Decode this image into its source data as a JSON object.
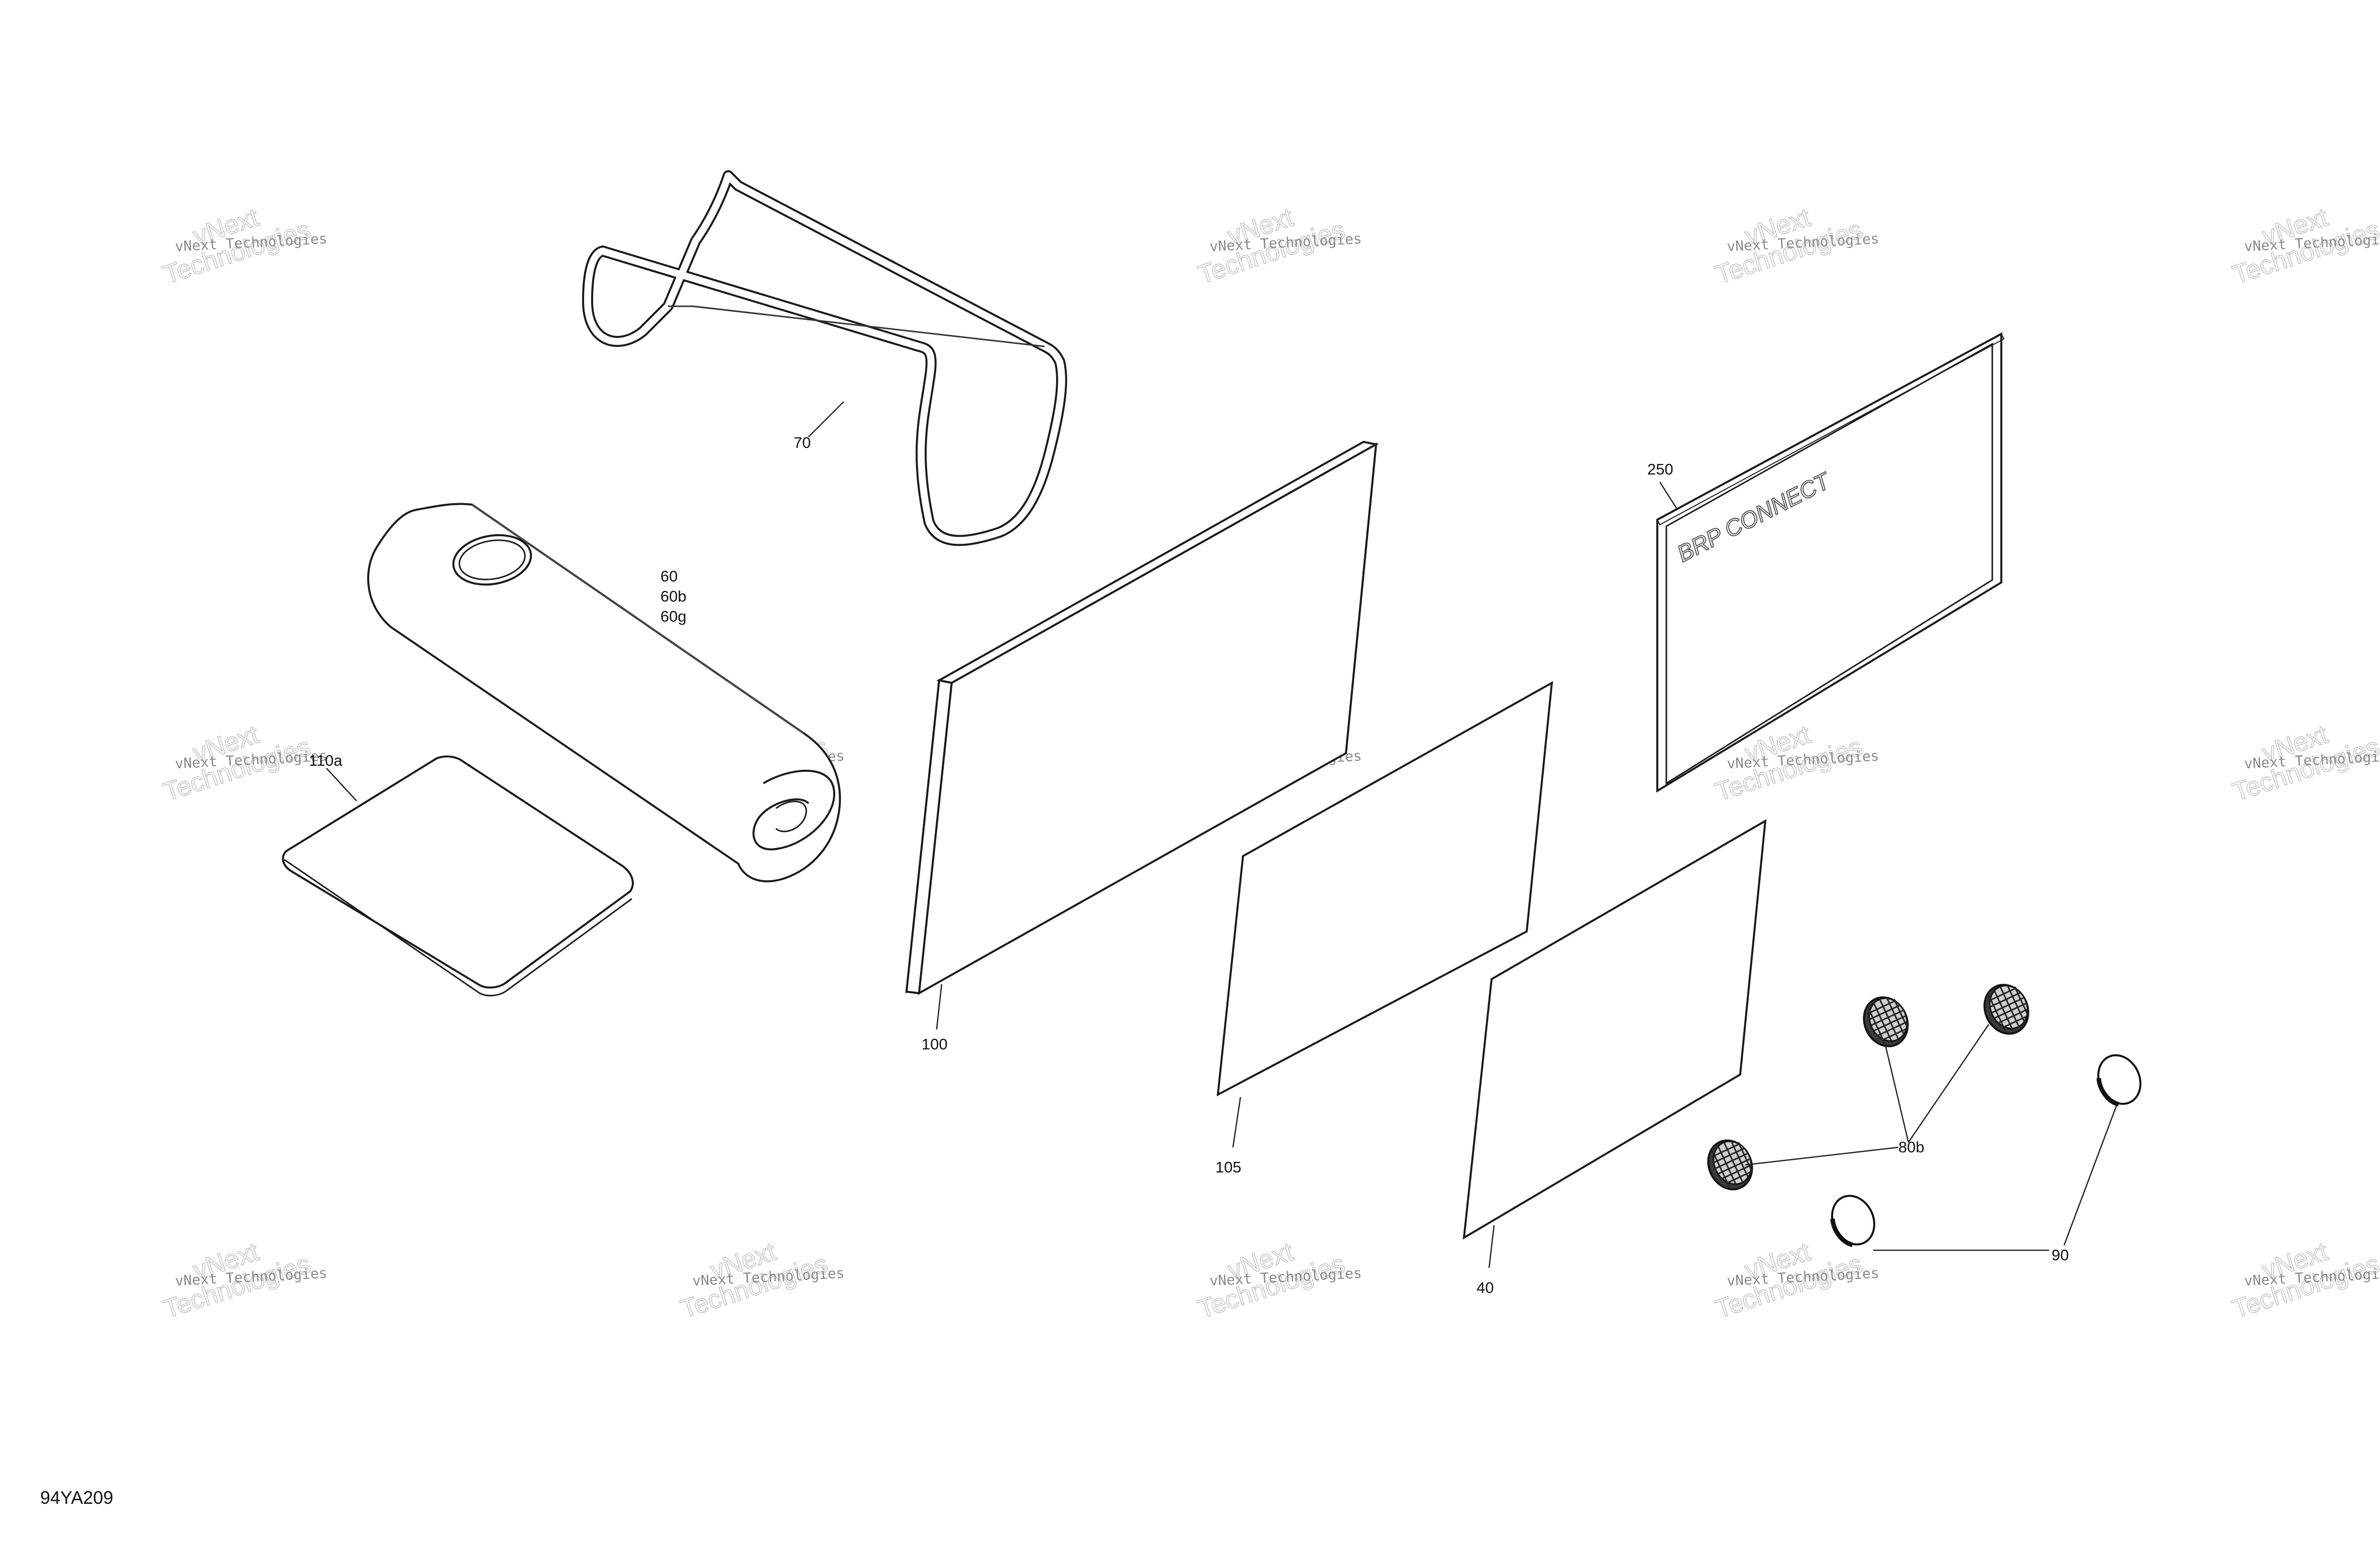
{
  "diagram": {
    "callouts": {
      "c70": "70",
      "c60": "60",
      "c60b": "60b",
      "c60g": "60g",
      "c110a": "110a",
      "c250": "250",
      "c100": "100",
      "c105": "105",
      "c40": "40",
      "c80b": "80b",
      "c90": "90"
    },
    "brand_text": "BRP CONNECT",
    "figure_code": "94YA209"
  },
  "watermark": {
    "line1": "vNext Technologies",
    "line2_top": "vNext",
    "line2_bottom": "Technologies"
  }
}
